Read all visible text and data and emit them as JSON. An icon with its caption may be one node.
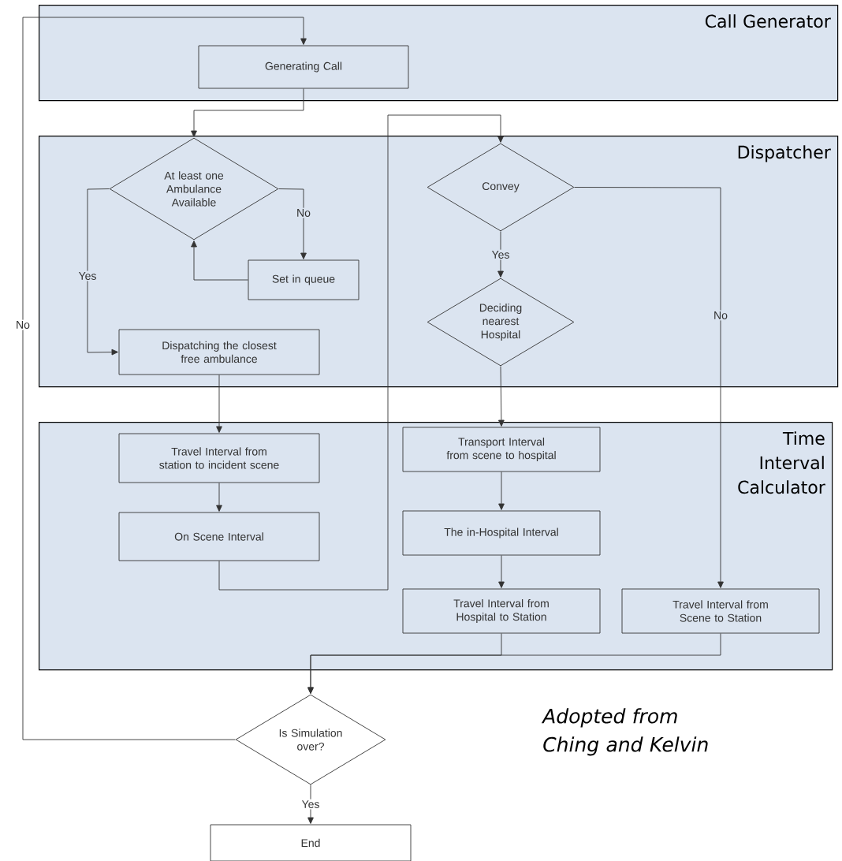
{
  "diagram": {
    "nodes": [
      {
        "text": [
          "Call Generator"
        ]
      },
      {
        "text": [
          "Generating Call"
        ],
        "in": 0
      },
      {
        "text": [
          "Dispatcher"
        ]
      },
      {
        "text": [
          "At least one Ambulance Available"
        ],
        "in": 2
      },
      {
        "text": [
          "Set in queue"
        ],
        "in": 2
      },
      {
        "text": [
          "Dispatching the closest free ambulance"
        ],
        "in": 2
      },
      {
        "text": [
          "Convey"
        ],
        "in": 2
      },
      {
        "text": [
          "Deciding nearest Hospital"
        ],
        "in": 2
      },
      {
        "text": [
          "Time Interval Calculator"
        ]
      },
      {
        "text": [
          "Travel Interval from station to incident scene"
        ],
        "in": 8
      },
      {
        "text": [
          "On Scene Interval"
        ],
        "in": 8
      },
      {
        "text": [
          "Transport Interval from scene to hospital"
        ],
        "in": 8
      },
      {
        "text": [
          "The in-Hospital Interval"
        ],
        "in": 8
      },
      {
        "text": [
          "Travel Interval from Hospital to Station"
        ],
        "in": 8
      },
      {
        "text": [
          "Travel Interval from Scene to Station"
        ],
        "in": 8
      },
      {
        "text": [
          "Is Simulation over?"
        ]
      },
      {
        "text": [
          "End"
        ]
      }
    ],
    "edges": [
      {
        "from": 15,
        "to": 1,
        "arrow": "to",
        "label": "No"
      },
      {
        "from": 1,
        "to": 3,
        "arrow": "to"
      },
      {
        "from": 3,
        "to": 5,
        "arrow": "to",
        "label": "Yes"
      },
      {
        "from": 3,
        "to": 4,
        "arrow": "to",
        "label": "No"
      },
      {
        "from": 4,
        "to": 3,
        "arrow": "to"
      },
      {
        "from": 5,
        "to": 9,
        "arrow": "to"
      },
      {
        "from": 9,
        "to": 10,
        "arrow": "to"
      },
      {
        "from": 10,
        "to": 6,
        "arrow": "to"
      },
      {
        "from": 6,
        "to": 7,
        "arrow": "to",
        "label": "Yes"
      },
      {
        "from": 6,
        "to": 14,
        "arrow": "to",
        "label": "No"
      },
      {
        "from": 7,
        "to": 11,
        "arrow": "to"
      },
      {
        "from": 11,
        "to": 12,
        "arrow": "to"
      },
      {
        "from": 12,
        "to": 13,
        "arrow": "to"
      },
      {
        "from": 13,
        "to": 15,
        "arrow": "to"
      },
      {
        "from": 14,
        "to": 15,
        "arrow": "to"
      },
      {
        "from": 15,
        "to": 16,
        "arrow": "to",
        "label": "Yes"
      }
    ],
    "caption": "Adopted from Ching and Kelvin"
  }
}
